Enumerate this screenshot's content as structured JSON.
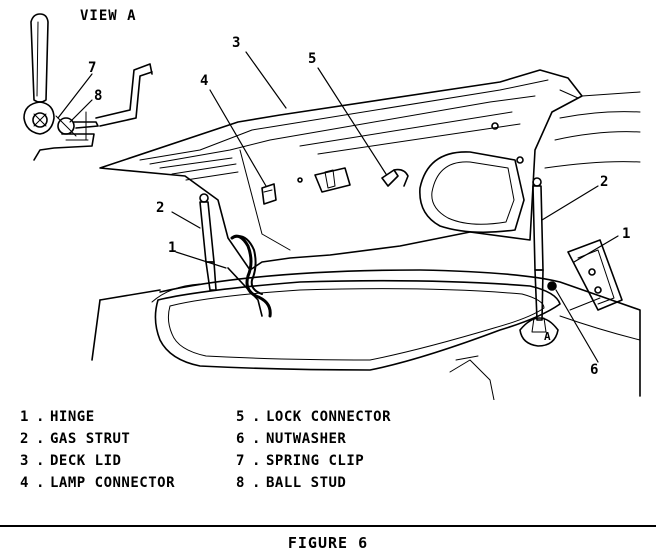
{
  "view_label": "VIEW A",
  "callouts": {
    "view_a_spring_clip": "7",
    "view_a_ball_stud": "8",
    "deck_lid": "3",
    "lamp_connector": "4",
    "lock_connector": "5",
    "gas_strut_left": "2",
    "gas_strut_right": "2",
    "hinge_left": "1",
    "hinge_right": "1",
    "nutwasher": "6",
    "detail_a": "A"
  },
  "legend": {
    "left": [
      {
        "num": "1",
        "label": "HINGE"
      },
      {
        "num": "2",
        "label": "GAS STRUT"
      },
      {
        "num": "3",
        "label": "DECK LID"
      },
      {
        "num": "4",
        "label": "LAMP CONNECTOR"
      }
    ],
    "right": [
      {
        "num": "5",
        "label": "LOCK CONNECTOR"
      },
      {
        "num": "6",
        "label": "NUTWASHER"
      },
      {
        "num": "7",
        "label": "SPRING CLIP"
      },
      {
        "num": "8",
        "label": "BALL STUD"
      }
    ]
  },
  "figure_caption": "FIGURE 6"
}
